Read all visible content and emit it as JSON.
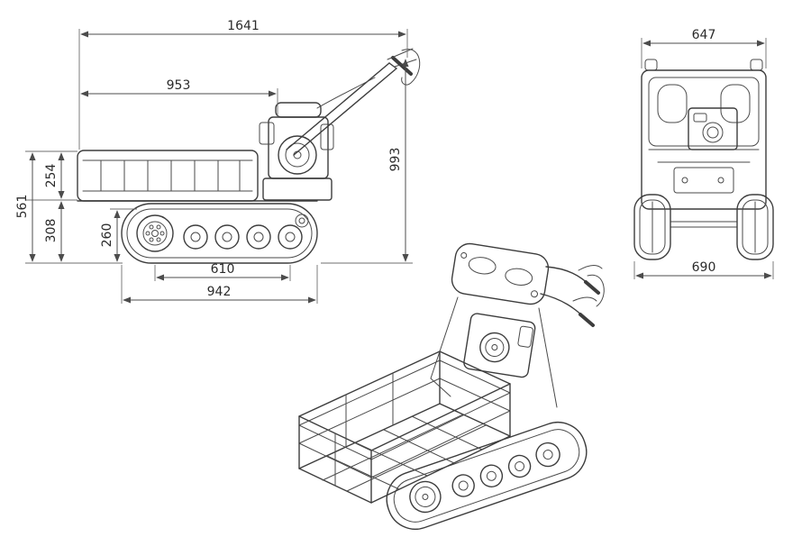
{
  "drawing": {
    "side_view": {
      "overall_length": "1641",
      "bed_length": "953",
      "handle_height": "993",
      "bed_side_height": "254",
      "body_height": "561",
      "track_height": "308",
      "wheel_height": "260",
      "wheel_base": "610",
      "track_length": "942"
    },
    "front_view": {
      "top_width": "647",
      "overall_width": "690"
    }
  }
}
